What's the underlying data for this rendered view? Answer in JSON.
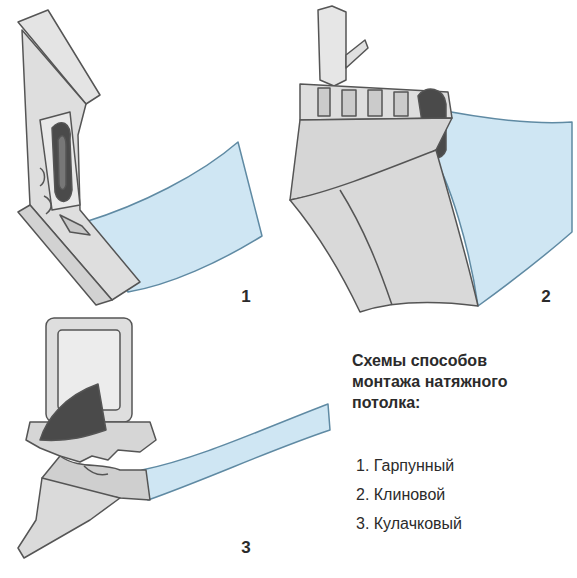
{
  "diagram": {
    "title": "Схемы способов монтажа натяжного потолка:",
    "labels": [
      "1",
      "2",
      "3",
      "1. Гарпунный",
      "2. Клиновой",
      "3. Кулачковый"
    ]
  }
}
